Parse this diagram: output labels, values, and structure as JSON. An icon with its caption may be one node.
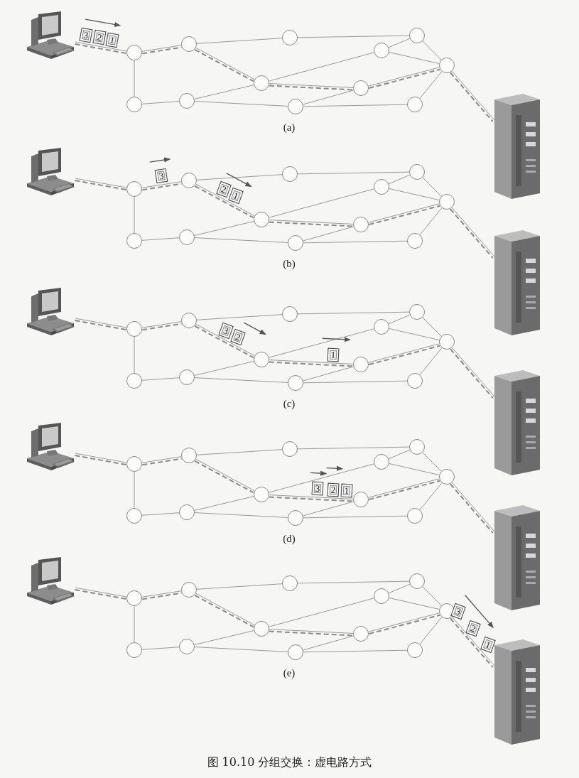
{
  "diagram": {
    "caption": "图 10.10 分组交换：虚电路方式",
    "nodes": [
      {
        "text": [],
        "shape": "picture"
      },
      {
        "text": [],
        "shape": "circle"
      },
      {
        "text": [],
        "shape": "circle"
      },
      {
        "text": [],
        "shape": "circle"
      },
      {
        "text": [],
        "shape": "circle"
      },
      {
        "text": [],
        "shape": "circle"
      },
      {
        "text": [],
        "shape": "circle"
      },
      {
        "text": [],
        "shape": "circle"
      },
      {
        "text": [],
        "shape": "circle"
      },
      {
        "text": [],
        "shape": "circle"
      },
      {
        "text": [],
        "shape": "circle"
      },
      {
        "text": [],
        "shape": "circle"
      },
      {
        "text": [],
        "shape": "circle"
      },
      {
        "text": [],
        "shape": "picture"
      },
      {
        "text": [
          "3"
        ]
      },
      {
        "text": [
          "2"
        ]
      },
      {
        "text": [
          "1"
        ]
      },
      {
        "text": [],
        "shape": "picture"
      },
      {
        "text": [],
        "shape": "circle"
      },
      {
        "text": [],
        "shape": "circle"
      },
      {
        "text": [],
        "shape": "circle"
      },
      {
        "text": [],
        "shape": "circle"
      },
      {
        "text": [],
        "shape": "circle"
      },
      {
        "text": [],
        "shape": "circle"
      },
      {
        "text": [],
        "shape": "circle"
      },
      {
        "text": [],
        "shape": "circle"
      },
      {
        "text": [],
        "shape": "circle"
      },
      {
        "text": [],
        "shape": "circle"
      },
      {
        "text": [],
        "shape": "circle"
      },
      {
        "text": [],
        "shape": "circle"
      },
      {
        "text": [],
        "shape": "picture"
      },
      {
        "text": [
          "3"
        ]
      },
      {
        "text": [
          "2"
        ]
      },
      {
        "text": [
          "1"
        ]
      },
      {
        "text": [],
        "shape": "picture"
      },
      {
        "text": [],
        "shape": "circle"
      },
      {
        "text": [],
        "shape": "circle"
      },
      {
        "text": [],
        "shape": "circle"
      },
      {
        "text": [],
        "shape": "circle"
      },
      {
        "text": [],
        "shape": "circle"
      },
      {
        "text": [],
        "shape": "circle"
      },
      {
        "text": [],
        "shape": "circle"
      },
      {
        "text": [],
        "shape": "circle"
      },
      {
        "text": [],
        "shape": "circle"
      },
      {
        "text": [],
        "shape": "circle"
      },
      {
        "text": [],
        "shape": "circle"
      },
      {
        "text": [],
        "shape": "circle"
      },
      {
        "text": [],
        "shape": "picture"
      },
      {
        "text": [
          "3"
        ]
      },
      {
        "text": [
          "2"
        ]
      },
      {
        "text": [
          "1"
        ]
      },
      {
        "text": [],
        "shape": "picture"
      },
      {
        "text": [],
        "shape": "circle"
      },
      {
        "text": [],
        "shape": "circle"
      },
      {
        "text": [],
        "shape": "circle"
      },
      {
        "text": [],
        "shape": "circle"
      },
      {
        "text": [],
        "shape": "circle"
      },
      {
        "text": [],
        "shape": "circle"
      },
      {
        "text": [],
        "shape": "circle"
      },
      {
        "text": [],
        "shape": "circle"
      },
      {
        "text": [],
        "shape": "circle"
      },
      {
        "text": [],
        "shape": "circle"
      },
      {
        "text": [],
        "shape": "circle"
      },
      {
        "text": [],
        "shape": "circle"
      },
      {
        "text": [],
        "shape": "picture"
      },
      {
        "text": [
          "3"
        ]
      },
      {
        "text": [
          "2"
        ]
      },
      {
        "text": [
          "1"
        ]
      },
      {
        "text": [],
        "shape": "picture"
      },
      {
        "text": [],
        "shape": "circle"
      },
      {
        "text": [],
        "shape": "circle"
      },
      {
        "text": [],
        "shape": "circle"
      },
      {
        "text": [],
        "shape": "circle"
      },
      {
        "text": [],
        "shape": "circle"
      },
      {
        "text": [],
        "shape": "circle"
      },
      {
        "text": [],
        "shape": "circle"
      },
      {
        "text": [],
        "shape": "circle"
      },
      {
        "text": [],
        "shape": "circle"
      },
      {
        "text": [],
        "shape": "circle"
      },
      {
        "text": [],
        "shape": "circle"
      },
      {
        "text": [],
        "shape": "circle"
      },
      {
        "text": [],
        "shape": "picture"
      },
      {
        "text": [
          "3"
        ]
      },
      {
        "text": [
          "2"
        ]
      },
      {
        "text": [
          "1"
        ]
      }
    ],
    "edges": [
      {
        "from": 0,
        "to": 1,
        "arrow": "none"
      },
      {
        "from": 1,
        "to": 2,
        "arrow": "none"
      },
      {
        "from": 1,
        "to": 9,
        "arrow": "none"
      },
      {
        "from": 2,
        "to": 3,
        "arrow": "none"
      },
      {
        "from": 3,
        "to": 4,
        "arrow": "none"
      },
      {
        "from": 2,
        "to": 7,
        "arrow": "none"
      },
      {
        "from": 4,
        "to": 5,
        "arrow": "none"
      },
      {
        "from": 4,
        "to": 6,
        "arrow": "none"
      },
      {
        "from": 5,
        "to": 6,
        "arrow": "none"
      },
      {
        "from": 7,
        "to": 5,
        "arrow": "none"
      },
      {
        "from": 7,
        "to": 8,
        "arrow": "none"
      },
      {
        "from": 7,
        "to": 10,
        "arrow": "none"
      },
      {
        "from": 9,
        "to": 10,
        "arrow": "none"
      },
      {
        "from": 10,
        "to": 11,
        "arrow": "none"
      },
      {
        "from": 11,
        "to": 8,
        "arrow": "none"
      },
      {
        "from": 11,
        "to": 12,
        "arrow": "none"
      },
      {
        "from": 12,
        "to": 6,
        "arrow": "none"
      },
      {
        "from": 8,
        "to": 6,
        "arrow": "none"
      },
      {
        "from": 6,
        "to": 13,
        "arrow": "none"
      },
      {
        "from": 0,
        "to": 1,
        "arrow": "none",
        "style": "dashed"
      },
      {
        "from": 1,
        "to": 2,
        "arrow": "none",
        "style": "dashed"
      },
      {
        "from": 2,
        "to": 7,
        "arrow": "none",
        "style": "dashed"
      },
      {
        "from": 7,
        "to": 8,
        "arrow": "none",
        "style": "dashed"
      },
      {
        "from": 8,
        "to": 6,
        "arrow": "none",
        "style": "dashed"
      },
      {
        "from": 6,
        "to": 13,
        "arrow": "none",
        "style": "dashed"
      },
      {
        "from": 17,
        "to": 18,
        "arrow": "none"
      },
      {
        "from": 18,
        "to": 19,
        "arrow": "none"
      },
      {
        "from": 18,
        "to": 26,
        "arrow": "none"
      },
      {
        "from": 19,
        "to": 20,
        "arrow": "none"
      },
      {
        "from": 20,
        "to": 21,
        "arrow": "none"
      },
      {
        "from": 19,
        "to": 24,
        "arrow": "none"
      },
      {
        "from": 21,
        "to": 22,
        "arrow": "none"
      },
      {
        "from": 21,
        "to": 23,
        "arrow": "none"
      },
      {
        "from": 22,
        "to": 23,
        "arrow": "none"
      },
      {
        "from": 24,
        "to": 22,
        "arrow": "none"
      },
      {
        "from": 24,
        "to": 25,
        "arrow": "none"
      },
      {
        "from": 24,
        "to": 27,
        "arrow": "none"
      },
      {
        "from": 26,
        "to": 27,
        "arrow": "none"
      },
      {
        "from": 27,
        "to": 28,
        "arrow": "none"
      },
      {
        "from": 28,
        "to": 25,
        "arrow": "none"
      },
      {
        "from": 28,
        "to": 29,
        "arrow": "none"
      },
      {
        "from": 29,
        "to": 23,
        "arrow": "none"
      },
      {
        "from": 25,
        "to": 23,
        "arrow": "none"
      },
      {
        "from": 23,
        "to": 30,
        "arrow": "none"
      },
      {
        "from": 17,
        "to": 18,
        "arrow": "none",
        "style": "dashed"
      },
      {
        "from": 18,
        "to": 19,
        "arrow": "none",
        "style": "dashed"
      },
      {
        "from": 19,
        "to": 24,
        "arrow": "none",
        "style": "dashed"
      },
      {
        "from": 24,
        "to": 25,
        "arrow": "none",
        "style": "dashed"
      },
      {
        "from": 25,
        "to": 23,
        "arrow": "none",
        "style": "dashed"
      },
      {
        "from": 23,
        "to": 30,
        "arrow": "none",
        "style": "dashed"
      },
      {
        "from": 34,
        "to": 35,
        "arrow": "none"
      },
      {
        "from": 35,
        "to": 36,
        "arrow": "none"
      },
      {
        "from": 35,
        "to": 43,
        "arrow": "none"
      },
      {
        "from": 36,
        "to": 37,
        "arrow": "none"
      },
      {
        "from": 37,
        "to": 38,
        "arrow": "none"
      },
      {
        "from": 36,
        "to": 41,
        "arrow": "none"
      },
      {
        "from": 38,
        "to": 39,
        "arrow": "none"
      },
      {
        "from": 38,
        "to": 40,
        "arrow": "none"
      },
      {
        "from": 39,
        "to": 40,
        "arrow": "none"
      },
      {
        "from": 41,
        "to": 39,
        "arrow": "none"
      },
      {
        "from": 41,
        "to": 42,
        "arrow": "none"
      },
      {
        "from": 41,
        "to": 44,
        "arrow": "none"
      },
      {
        "from": 43,
        "to": 44,
        "arrow": "none"
      },
      {
        "from": 44,
        "to": 45,
        "arrow": "none"
      },
      {
        "from": 45,
        "to": 42,
        "arrow": "none"
      },
      {
        "from": 45,
        "to": 46,
        "arrow": "none"
      },
      {
        "from": 46,
        "to": 40,
        "arrow": "none"
      },
      {
        "from": 42,
        "to": 40,
        "arrow": "none"
      },
      {
        "from": 40,
        "to": 47,
        "arrow": "none"
      },
      {
        "from": 34,
        "to": 35,
        "arrow": "none",
        "style": "dashed"
      },
      {
        "from": 35,
        "to": 36,
        "arrow": "none",
        "style": "dashed"
      },
      {
        "from": 36,
        "to": 41,
        "arrow": "none",
        "style": "dashed"
      },
      {
        "from": 41,
        "to": 42,
        "arrow": "none",
        "style": "dashed"
      },
      {
        "from": 42,
        "to": 40,
        "arrow": "none",
        "style": "dashed"
      },
      {
        "from": 40,
        "to": 47,
        "arrow": "none",
        "style": "dashed"
      },
      {
        "from": 51,
        "to": 52,
        "arrow": "none"
      },
      {
        "from": 52,
        "to": 53,
        "arrow": "none"
      },
      {
        "from": 52,
        "to": 60,
        "arrow": "none"
      },
      {
        "from": 53,
        "to": 54,
        "arrow": "none"
      },
      {
        "from": 54,
        "to": 55,
        "arrow": "none"
      },
      {
        "from": 53,
        "to": 58,
        "arrow": "none"
      },
      {
        "from": 55,
        "to": 56,
        "arrow": "none"
      },
      {
        "from": 55,
        "to": 57,
        "arrow": "none"
      },
      {
        "from": 56,
        "to": 57,
        "arrow": "none"
      },
      {
        "from": 58,
        "to": 56,
        "arrow": "none"
      },
      {
        "from": 58,
        "to": 59,
        "arrow": "none"
      },
      {
        "from": 58,
        "to": 61,
        "arrow": "none"
      },
      {
        "from": 60,
        "to": 61,
        "arrow": "none"
      },
      {
        "from": 61,
        "to": 62,
        "arrow": "none"
      },
      {
        "from": 62,
        "to": 59,
        "arrow": "none"
      },
      {
        "from": 62,
        "to": 63,
        "arrow": "none"
      },
      {
        "from": 63,
        "to": 57,
        "arrow": "none"
      },
      {
        "from": 59,
        "to": 57,
        "arrow": "none"
      },
      {
        "from": 57,
        "to": 64,
        "arrow": "none"
      },
      {
        "from": 51,
        "to": 52,
        "arrow": "none",
        "style": "dashed"
      },
      {
        "from": 52,
        "to": 53,
        "arrow": "none",
        "style": "dashed"
      },
      {
        "from": 53,
        "to": 58,
        "arrow": "none",
        "style": "dashed"
      },
      {
        "from": 58,
        "to": 59,
        "arrow": "none",
        "style": "dashed"
      },
      {
        "from": 59,
        "to": 57,
        "arrow": "none",
        "style": "dashed"
      },
      {
        "from": 57,
        "to": 64,
        "arrow": "none",
        "style": "dashed"
      },
      {
        "from": 68,
        "to": 69,
        "arrow": "none"
      },
      {
        "from": 69,
        "to": 70,
        "arrow": "none"
      },
      {
        "from": 69,
        "to": 77,
        "arrow": "none"
      },
      {
        "from": 70,
        "to": 71,
        "arrow": "none"
      },
      {
        "from": 71,
        "to": 72,
        "arrow": "none"
      },
      {
        "from": 70,
        "to": 75,
        "arrow": "none"
      },
      {
        "from": 72,
        "to": 73,
        "arrow": "none"
      },
      {
        "from": 72,
        "to": 74,
        "arrow": "none"
      },
      {
        "from": 73,
        "to": 74,
        "arrow": "none"
      },
      {
        "from": 75,
        "to": 73,
        "arrow": "none"
      },
      {
        "from": 75,
        "to": 76,
        "arrow": "none"
      },
      {
        "from": 75,
        "to": 78,
        "arrow": "none"
      },
      {
        "from": 77,
        "to": 78,
        "arrow": "none"
      },
      {
        "from": 78,
        "to": 79,
        "arrow": "none"
      },
      {
        "from": 79,
        "to": 76,
        "arrow": "none"
      },
      {
        "from": 79,
        "to": 80,
        "arrow": "none"
      },
      {
        "from": 80,
        "to": 74,
        "arrow": "none"
      },
      {
        "from": 76,
        "to": 74,
        "arrow": "none"
      },
      {
        "from": 74,
        "to": 81,
        "arrow": "none"
      },
      {
        "from": 68,
        "to": 69,
        "arrow": "none",
        "style": "dashed"
      },
      {
        "from": 69,
        "to": 70,
        "arrow": "none",
        "style": "dashed"
      },
      {
        "from": 70,
        "to": 75,
        "arrow": "none",
        "style": "dashed"
      },
      {
        "from": 75,
        "to": 76,
        "arrow": "none",
        "style": "dashed"
      },
      {
        "from": 76,
        "to": 74,
        "arrow": "none",
        "style": "dashed"
      },
      {
        "from": 74,
        "to": 81,
        "arrow": "none",
        "style": "dashed"
      }
    ],
    "labels": [
      "(a)",
      "(b)",
      "(c)",
      "(d)",
      "(e)"
    ]
  }
}
